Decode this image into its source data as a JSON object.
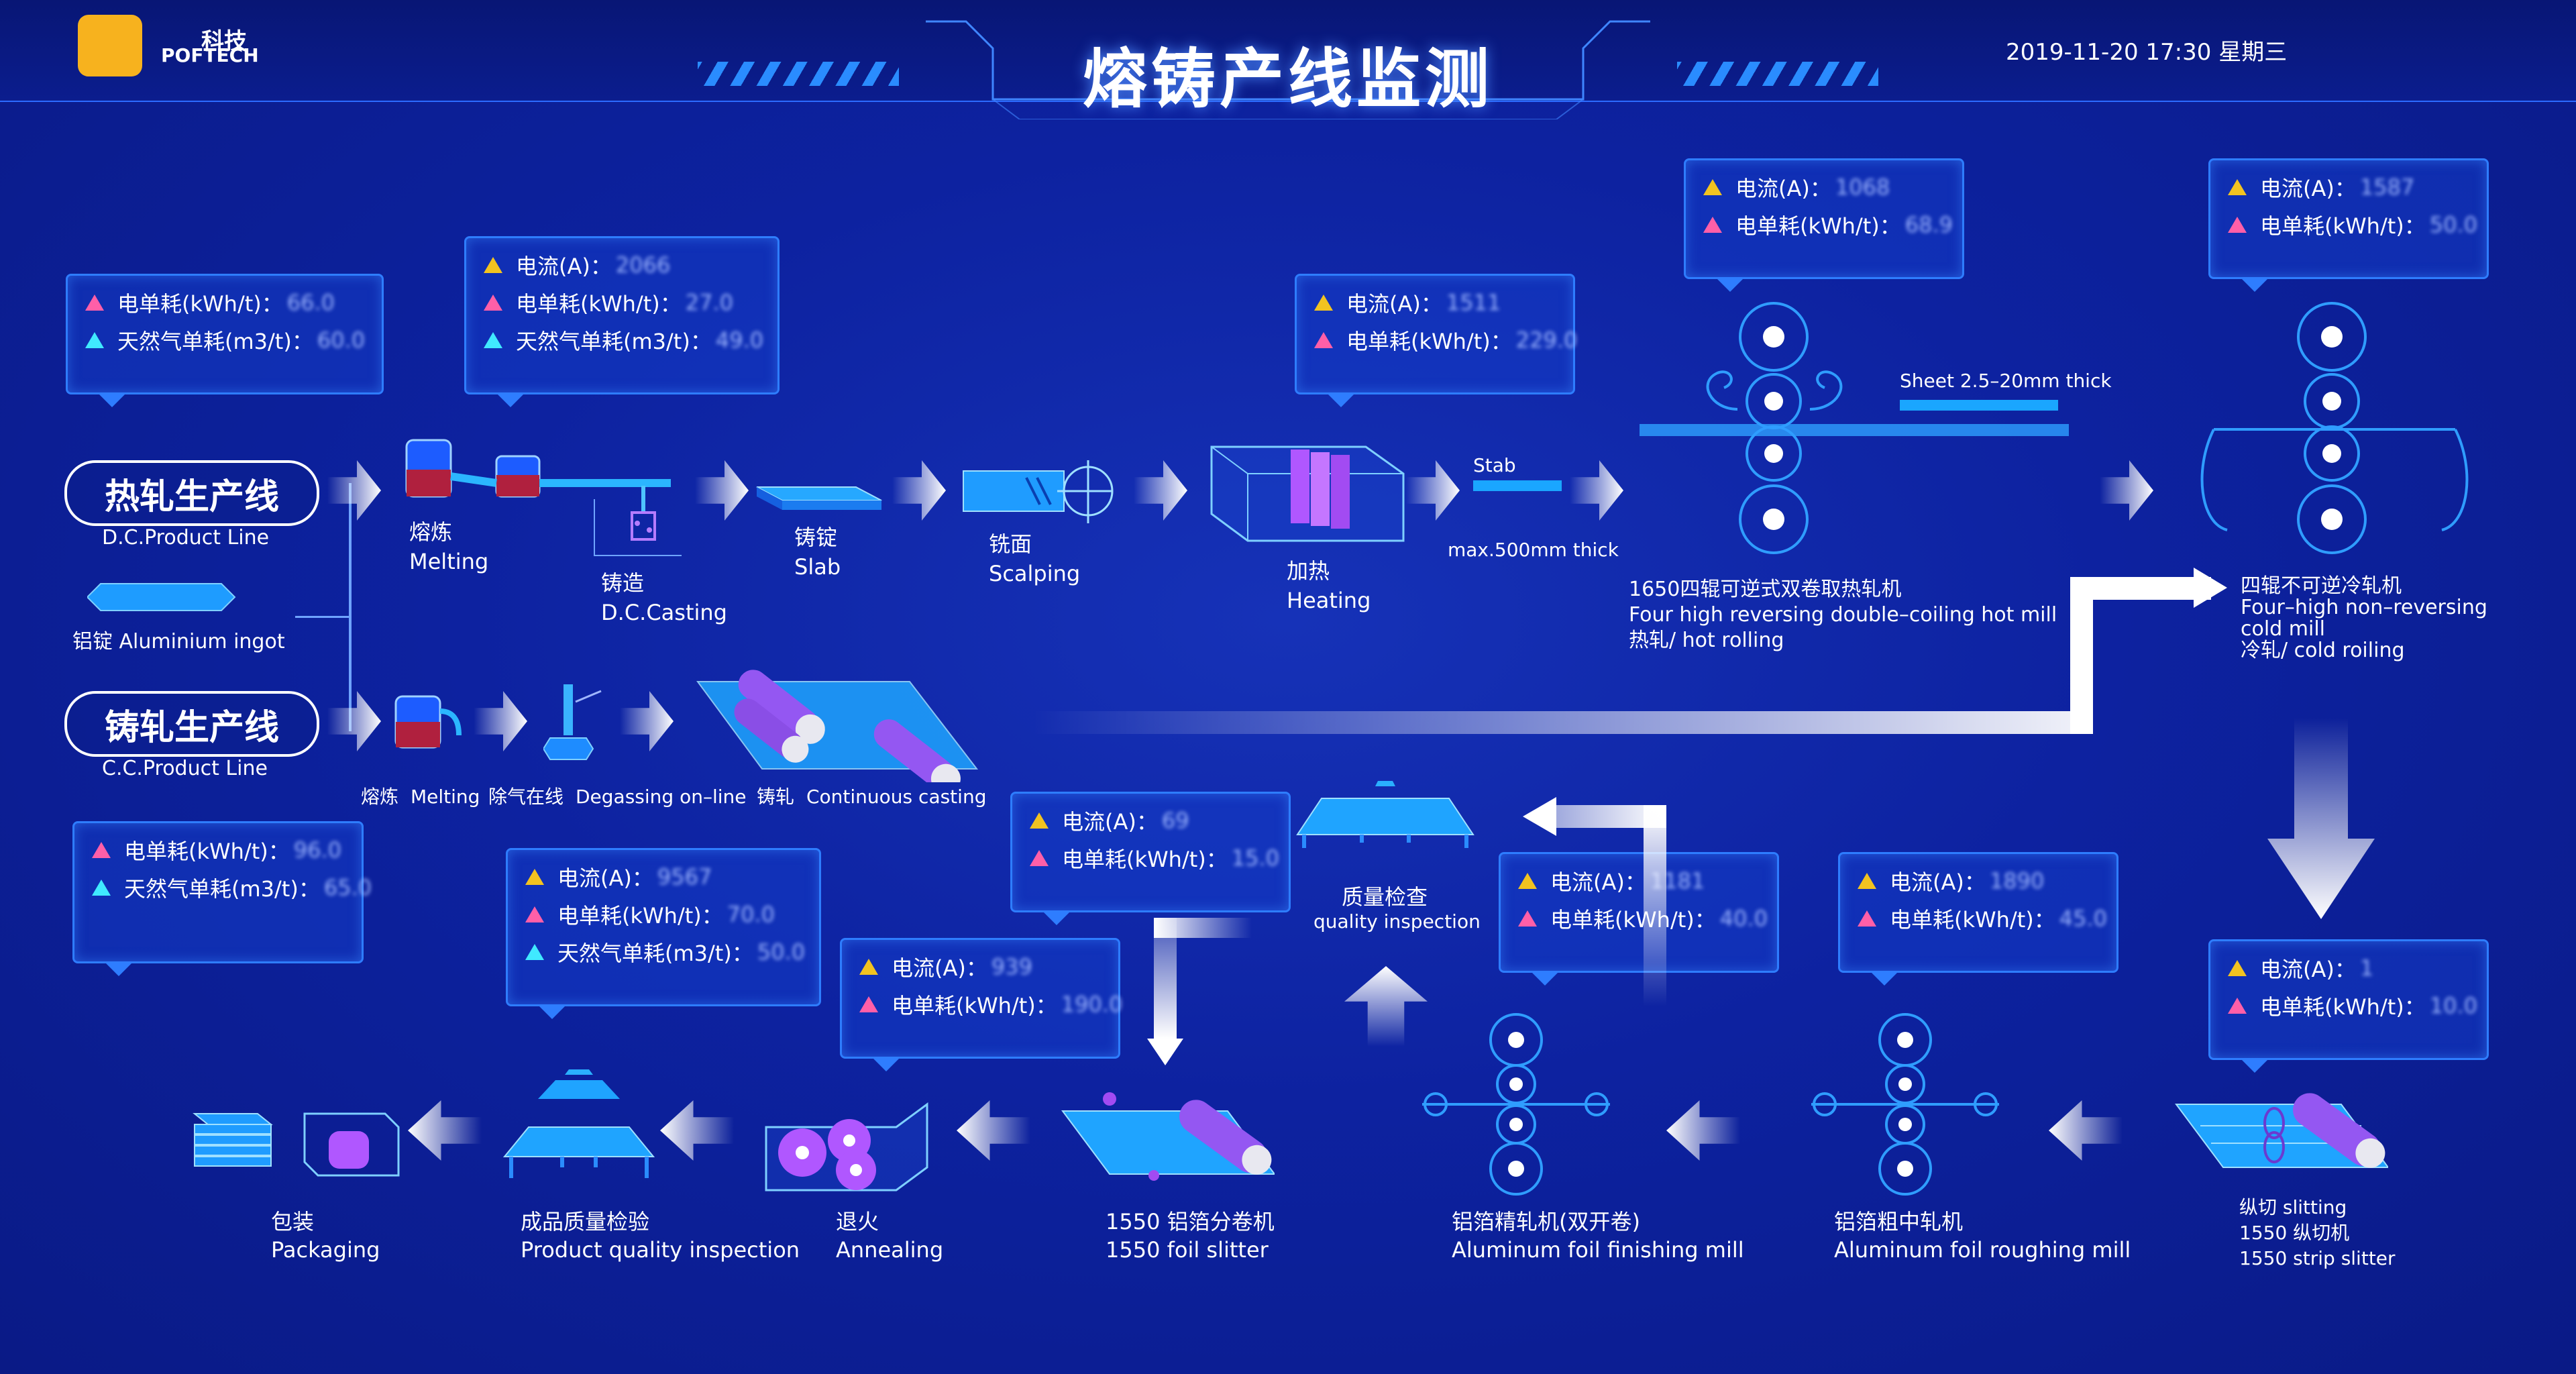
{
  "header": {
    "title": "熔铸产线监测",
    "datetime": "2019-11-20 17:30 星期三",
    "logo_text_top": "科技",
    "logo_text_bottom": "POFTECH"
  },
  "lines": {
    "dc": {
      "name": "热轧生产线",
      "sub": "D.C.Product Line"
    },
    "cc": {
      "name": "铸轧生产线",
      "sub": "C.C.Product Line"
    },
    "ingot": "铝锭 Aluminium ingot"
  },
  "panels": {
    "p1": [
      {
        "label": "电单耗(kWh/t)：",
        "value": "66.0",
        "color": "pink"
      },
      {
        "label": "天然气单耗(m3/t)：",
        "value": "60.0",
        "color": "cyan"
      }
    ],
    "p2": [
      {
        "label": "电流(A)：",
        "value": "2066",
        "color": "yellow"
      },
      {
        "label": "电单耗(kWh/t)：",
        "value": "27.0",
        "color": "pink"
      },
      {
        "label": "天然气单耗(m3/t)：",
        "value": "49.0",
        "color": "cyan"
      }
    ],
    "p3": [
      {
        "label": "电流(A)：",
        "value": "1511",
        "color": "yellow"
      },
      {
        "label": "电单耗(kWh/t)：",
        "value": "229.0",
        "color": "pink"
      }
    ],
    "p4": [
      {
        "label": "电流(A)：",
        "value": "1068",
        "color": "yellow"
      },
      {
        "label": "电单耗(kWh/t)：",
        "value": "68.9",
        "color": "pink"
      }
    ],
    "p5": [
      {
        "label": "电流(A)：",
        "value": "1587",
        "color": "yellow"
      },
      {
        "label": "电单耗(kWh/t)：",
        "value": "50.0",
        "color": "pink"
      }
    ],
    "p6": [
      {
        "label": "电单耗(kWh/t)：",
        "value": "96.0",
        "color": "pink"
      },
      {
        "label": "天然气单耗(m3/t)：",
        "value": "65.0",
        "color": "cyan"
      }
    ],
    "p7": [
      {
        "label": "电流(A)：",
        "value": "9567",
        "color": "yellow"
      },
      {
        "label": "电单耗(kWh/t)：",
        "value": "70.0",
        "color": "pink"
      },
      {
        "label": "天然气单耗(m3/t)：",
        "value": "50.0",
        "color": "cyan"
      }
    ],
    "p8": [
      {
        "label": "电流(A)：",
        "value": "69",
        "color": "yellow"
      },
      {
        "label": "电单耗(kWh/t)：",
        "value": "15.0",
        "color": "pink"
      }
    ],
    "p9": [
      {
        "label": "电流(A)：",
        "value": "939",
        "color": "yellow"
      },
      {
        "label": "电单耗(kWh/t)：",
        "value": "190.0",
        "color": "pink"
      }
    ],
    "p10": [
      {
        "label": "电流(A)：",
        "value": "1181",
        "color": "yellow"
      },
      {
        "label": "电单耗(kWh/t)：",
        "value": "40.0",
        "color": "pink"
      }
    ],
    "p11": [
      {
        "label": "电流(A)：",
        "value": "1890",
        "color": "yellow"
      },
      {
        "label": "电单耗(kWh/t)：",
        "value": "45.0",
        "color": "pink"
      }
    ],
    "p12": [
      {
        "label": "电流(A)：",
        "value": "1",
        "color": "yellow"
      },
      {
        "label": "电单耗(kWh/t)：",
        "value": "10.0",
        "color": "pink"
      }
    ]
  },
  "steps": {
    "melting_cn": "熔炼",
    "melting_en": "Melting",
    "casting_cn": "铸造",
    "casting_en": "D.C.Casting",
    "slab_cn": "铸锭",
    "slab_en": "Slab",
    "scalping_cn": "铣面",
    "scalping_en": "Scalping",
    "heating_cn": "加热",
    "heating_en": "Heating",
    "stab": "Stab",
    "stab_thick": "max.500mm thick",
    "sheet": "Sheet 2.5–20mm thick",
    "hot_mill_1": "1650四辊可逆式双卷取热轧机",
    "hot_mill_2": "Four high reversing double–coiling hot mill",
    "hot_mill_3": "热轧/ hot rolling",
    "cold_mill_1": "四辊不可逆冷轧机",
    "cold_mill_2": "Four–high non–reversing",
    "cold_mill_3": "cold mill",
    "cold_mill_4": "冷轧/ cold roiling",
    "cc_flow": [
      "熔炼",
      "Melting",
      "除气在线",
      "Degassing on–line",
      "铸轧",
      "Continuous casting"
    ],
    "quality_cn": "质量检查",
    "quality_en": "quality inspection",
    "packaging_cn": "包装",
    "packaging_en": "Packaging",
    "product_qc_cn": "成品质量检验",
    "product_qc_en": "Product quality inspection",
    "annealing_cn": "退火",
    "annealing_en": "Annealing",
    "slitter_1": "1550   铝箔分卷机",
    "slitter_2": "1550    foil slitter",
    "finish_cn": "铝箔精轧机(双开卷)",
    "finish_en": "Aluminum foil finishing mill",
    "rough_cn": "铝箔粗中轧机",
    "rough_en": "Aluminum foil roughing mill",
    "slit_1": "纵切 slitting",
    "slit_2": "1550 纵切机",
    "slit_3": "1550 strip slitter"
  }
}
